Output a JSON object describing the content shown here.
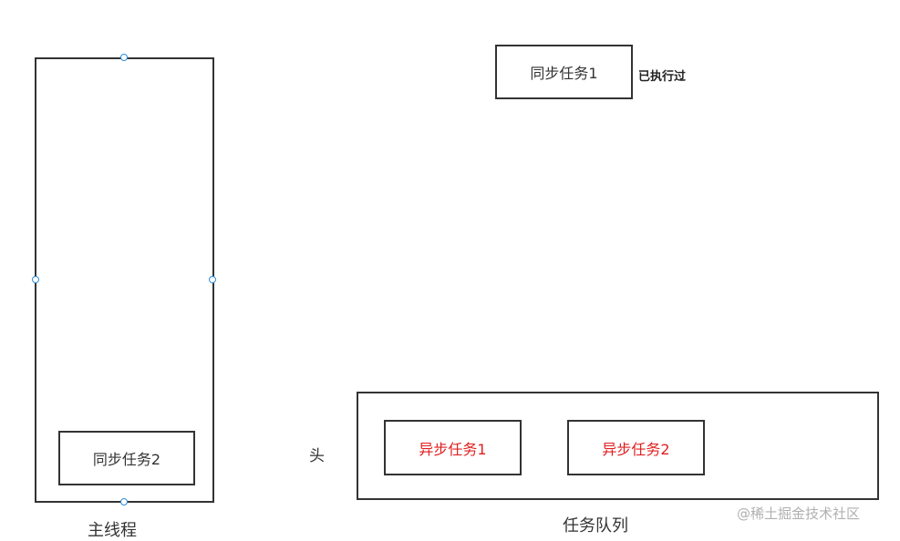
{
  "main_thread": {
    "label": "主线程",
    "task": "同步任务2"
  },
  "executed": {
    "task": "同步任务1",
    "note": "已执行过"
  },
  "task_queue": {
    "label": "任务队列",
    "head_label": "头",
    "tasks": [
      "异步任务1",
      "异步任务2"
    ]
  },
  "watermark": "@稀土掘金技术社区",
  "colors": {
    "border": "#333333",
    "async_text": "#e02020",
    "handle": "#2e8bd8",
    "watermark": "#b0b0b0"
  }
}
